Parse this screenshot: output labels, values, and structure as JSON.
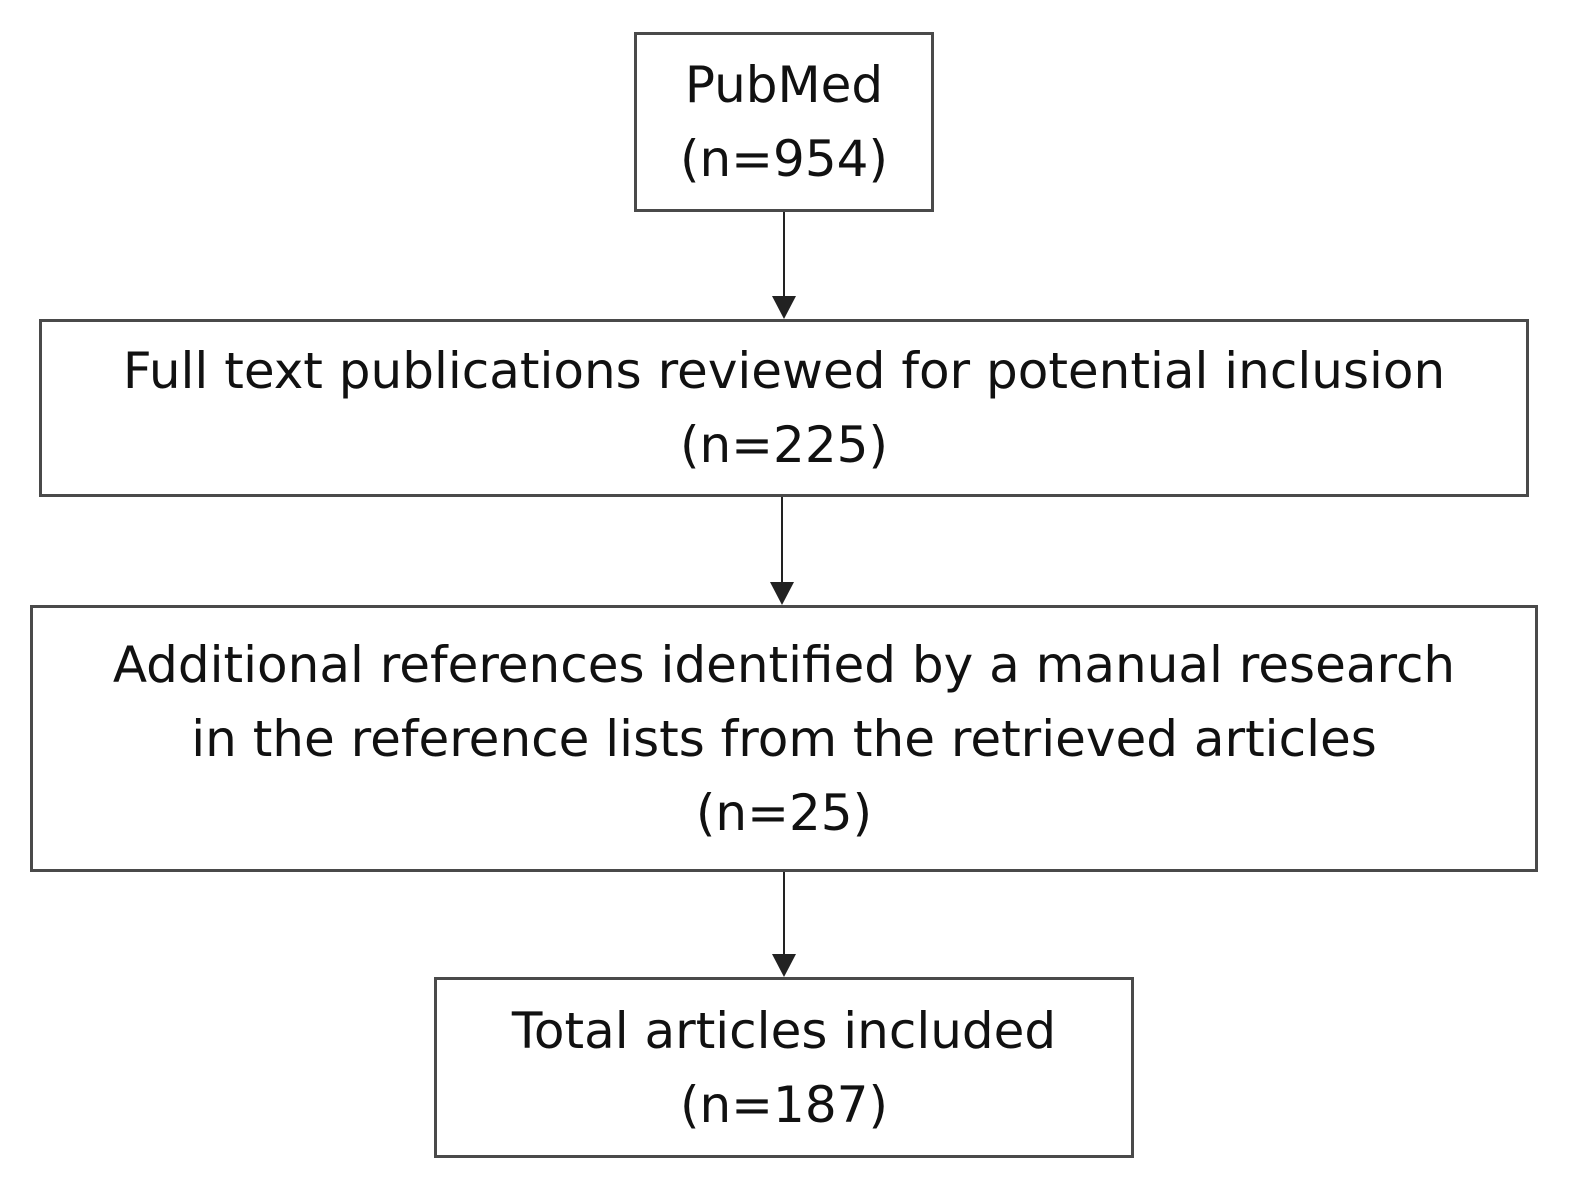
{
  "diagram": {
    "boxes": {
      "pubmed": {
        "lines": [
          "PubMed",
          "(n=954)"
        ]
      },
      "fulltext": {
        "lines": [
          "Full text publications reviewed for potential inclusion",
          "(n=225)"
        ]
      },
      "additional": {
        "lines": [
          "Additional references identified by a manual research",
          "in the reference lists from the retrieved articles",
          "(n=25)"
        ]
      },
      "total": {
        "lines": [
          "Total articles included",
          "(n=187)"
        ]
      }
    },
    "edges": [
      {
        "from": "pubmed",
        "to": "fulltext"
      },
      {
        "from": "fulltext",
        "to": "additional"
      },
      {
        "from": "additional",
        "to": "total"
      }
    ],
    "colors": {
      "border": "#4a4a4a",
      "arrow": "#222222",
      "text": "#111111",
      "background": "#ffffff"
    }
  }
}
